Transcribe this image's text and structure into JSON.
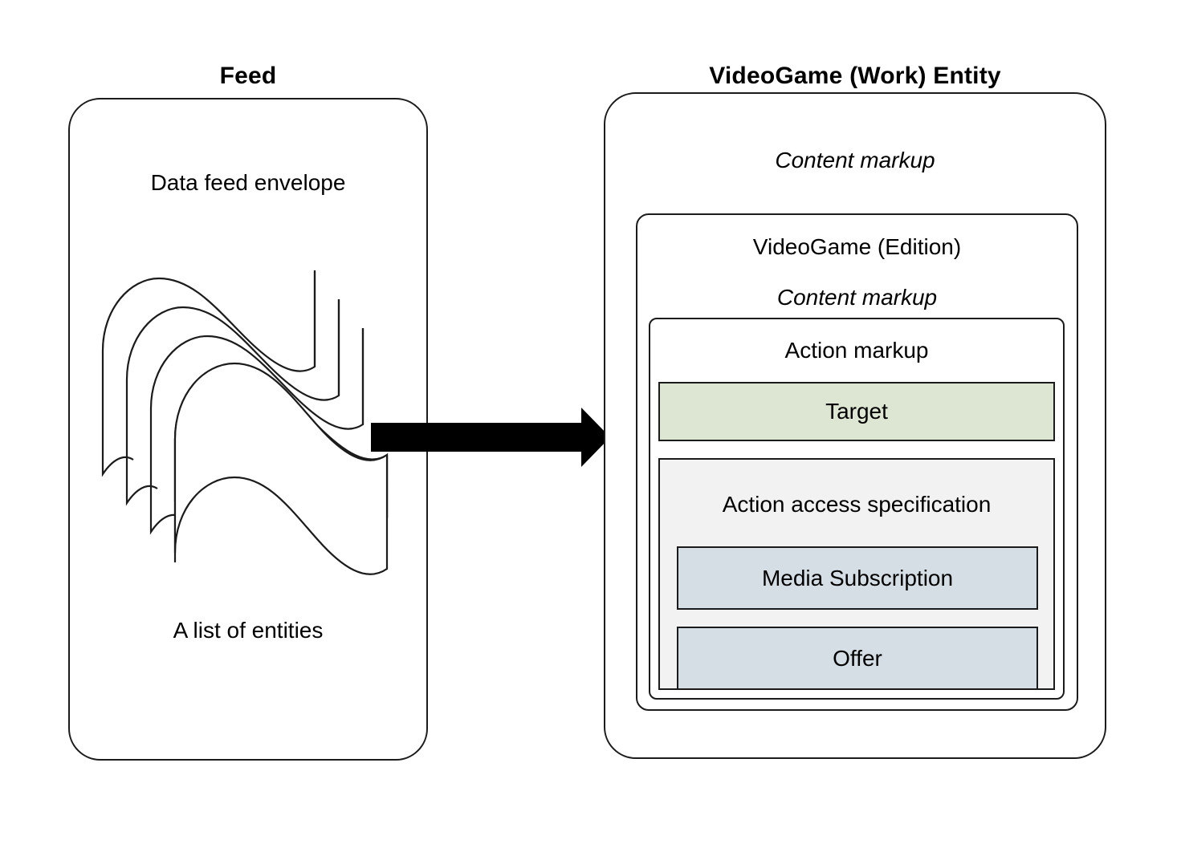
{
  "diagram": {
    "background_color": "#ffffff",
    "stroke_color": "#1b1b1b",
    "left": {
      "title": "Feed",
      "top_label": "Data feed envelope",
      "bottom_label": "A list of entities",
      "stack_icon": "multi-document-icon",
      "stack_sheet_count": 4
    },
    "arrow": {
      "icon": "right-arrow-icon",
      "color": "#000000",
      "direction": "left-to-right"
    },
    "right": {
      "title": "VideoGame (Work) Entity",
      "content_markup_label": "Content markup",
      "edition": {
        "title": "VideoGame (Edition)",
        "content_markup_label": "Content markup",
        "action_markup": {
          "title": "Action markup",
          "target": {
            "label": "Target",
            "fill": "#dde6d2",
            "border": "#1b1b1b"
          },
          "access_spec": {
            "label": "Action access specification",
            "fill": "#f2f2f2",
            "border": "#1b1b1b",
            "items": [
              {
                "label": "Media Subscription",
                "fill": "#d5dee4",
                "border": "#1b1b1b"
              },
              {
                "label": "Offer",
                "fill": "#d5dee4",
                "border": "#1b1b1b"
              }
            ]
          }
        }
      }
    }
  }
}
